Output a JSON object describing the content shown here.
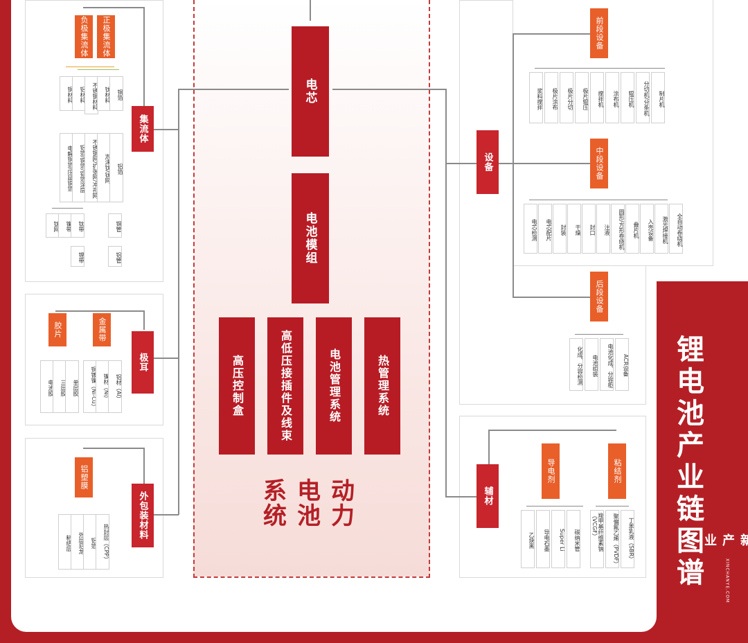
{
  "title": "锂电池产业链图谱",
  "logo": {
    "name": "新产业",
    "sub": "XINCHANYE.COM"
  },
  "core": {
    "label": "动力电池系统",
    "cell": "电芯",
    "module": "电池模组",
    "subsystems": [
      "热管理系统",
      "电池管理系统",
      "高低压接插件及线束",
      "高压控制盒"
    ]
  },
  "collector": {
    "label": "集流体",
    "tags": [
      "负极集流体",
      "正极集流体"
    ],
    "materials": [
      "铜材料",
      "铝材料",
      "不锈钢材料",
      "钛材料"
    ],
    "details": [
      "电解铜箔/压延铜箔",
      "铝箔/铜箔/铝箔涂层",
      "不锈钢网/扩张网/冲孔网",
      "泡沫钛/钛网"
    ],
    "subs": [
      "钛网",
      "极耳",
      "铝箔",
      "锂带"
    ],
    "subsubs": [
      "铜箔",
      "铝带",
      "铜管",
      "铝管"
    ],
    "extra": [
      "镍带",
      "钛带"
    ]
  },
  "tab": {
    "label": "极耳",
    "tags": [
      "胶片",
      "金属带"
    ],
    "glue": [
      "单层胶",
      "三层胶",
      "电池胶"
    ],
    "metal": [
      "铜镀镍（Ni-Cu）",
      "镍材（Ni）",
      "铝材（Al）"
    ]
  },
  "pack": {
    "label": "外包装材料",
    "tag": "铝塑膜",
    "items": [
      "外层尼龙",
      "粘结层",
      "铝箔",
      "热封层（CPP）"
    ]
  },
  "equipment": {
    "label": "设备",
    "front": {
      "label": "前段设备",
      "items": [
        "搅拌机",
        "涂布机",
        "辊压机",
        "分切机/分条机",
        "制片机",
        "极片辊压",
        "极片分切",
        "极片涂布",
        "浆料搅拌"
      ]
    },
    "middle": {
      "label": "中段设备",
      "items": [
        "全自动卷绕机",
        "激光焊接机",
        "入壳设备",
        "叠片机",
        "圆形/方形卷绕机",
        "注液",
        "封口",
        "干燥",
        "封装",
        "电芯配片",
        "电芯检测"
      ]
    },
    "back": {
      "label": "后段设备",
      "items": [
        "ACR设备",
        "电池化成、分容柜",
        "电池组装",
        "化成、分容检测"
      ]
    }
  },
  "aux": {
    "label": "辅材",
    "conductive": {
      "label": "导电剂",
      "items": [
        "碳纳米管",
        "Super Li",
        "导电石墨",
        "乙炔黑"
      ]
    },
    "binder": {
      "label": "粘结剂",
      "items": [
        "丁苯乳液（SBR）",
        "聚偏氟乙烯（PVDF）",
        "羧甲基纤维素钠（VCGF）"
      ]
    }
  },
  "colors": {
    "red": "#b41f26",
    "orange": "#e85f2a",
    "grey": "#8a8a8a"
  }
}
